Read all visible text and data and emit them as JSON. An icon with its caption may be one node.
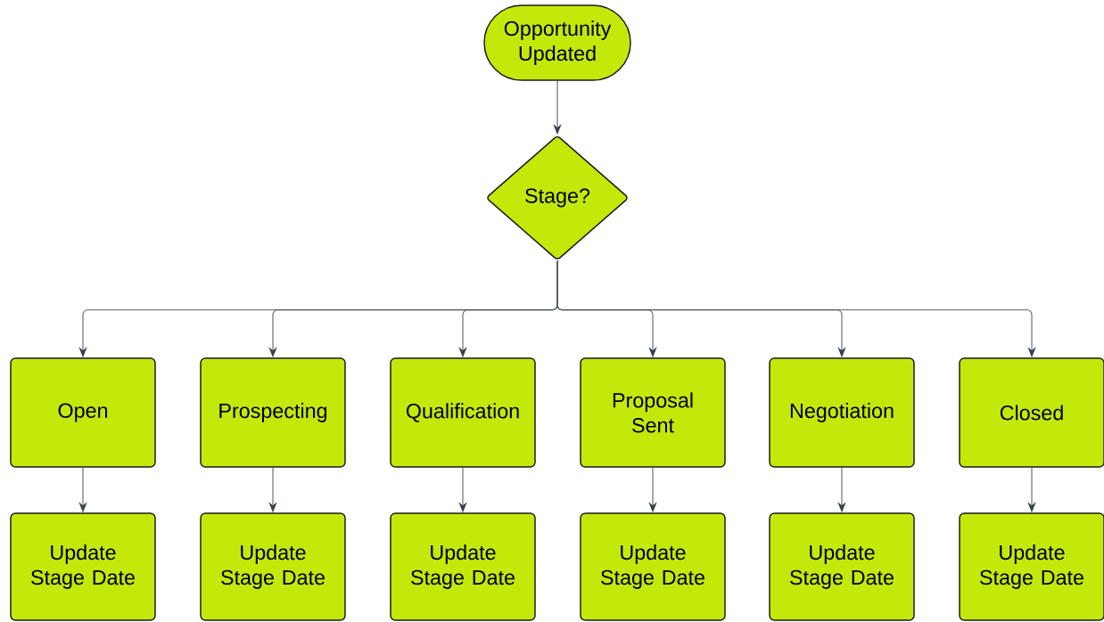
{
  "diagram": {
    "nodes": [
      {
        "text": [
          "Opportunity Updated"
        ]
      },
      {
        "text": [
          "Stage?"
        ]
      },
      {
        "text": [
          "Open"
        ]
      },
      {
        "text": [
          "Prospecting"
        ]
      },
      {
        "text": [
          "Qualification"
        ]
      },
      {
        "text": [
          "Proposal Sent"
        ]
      },
      {
        "text": [
          "Negotiation"
        ]
      },
      {
        "text": [
          "Closed"
        ]
      },
      {
        "text": [
          "Update Stage Date"
        ]
      },
      {
        "text": [
          "Update Stage Date"
        ]
      },
      {
        "text": [
          "Update Stage Date"
        ]
      },
      {
        "text": [
          "Update Stage Date"
        ]
      },
      {
        "text": [
          "Update Stage Date"
        ]
      },
      {
        "text": [
          "Update Stage Date"
        ]
      }
    ],
    "edges": [
      {
        "from": 0,
        "to": 1,
        "arrow": "to"
      },
      {
        "from": 1,
        "to": 2,
        "arrow": "to"
      },
      {
        "from": 1,
        "to": 3,
        "arrow": "to"
      },
      {
        "from": 1,
        "to": 4,
        "arrow": "to"
      },
      {
        "from": 1,
        "to": 5,
        "arrow": "to"
      },
      {
        "from": 1,
        "to": 6,
        "arrow": "to"
      },
      {
        "from": 1,
        "to": 7,
        "arrow": "to"
      },
      {
        "from": 2,
        "to": 8,
        "arrow": "to"
      },
      {
        "from": 3,
        "to": 9,
        "arrow": "to"
      },
      {
        "from": 4,
        "to": 10,
        "arrow": "to"
      },
      {
        "from": 5,
        "to": 11,
        "arrow": "to"
      },
      {
        "from": 6,
        "to": 12,
        "arrow": "to"
      },
      {
        "from": 7,
        "to": 13,
        "arrow": "to"
      }
    ]
  }
}
